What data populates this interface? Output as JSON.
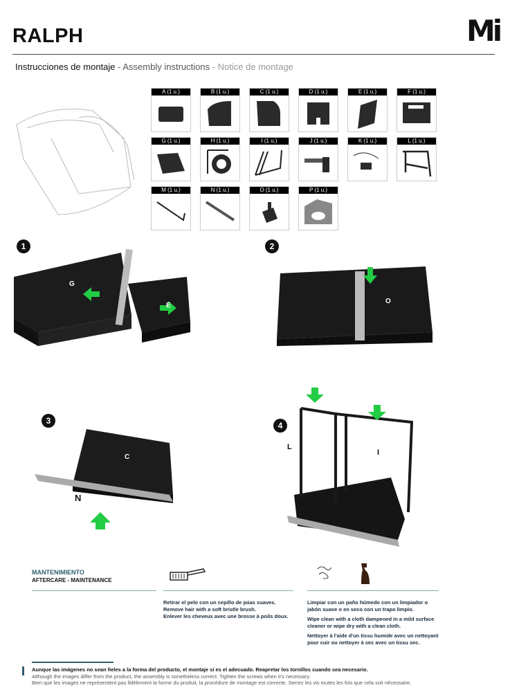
{
  "header": {
    "title": "RALPH",
    "logo": "Mi"
  },
  "subtitle": {
    "es": "Instrucciones de montaje",
    "sep1": " - ",
    "en": "Assembly instructions",
    "sep2": "  - ",
    "fr": "Notice de montage"
  },
  "parts": [
    {
      "label": "A (1 u.)"
    },
    {
      "label": "B (1 u.)"
    },
    {
      "label": "C (1 u.)"
    },
    {
      "label": "D (1 u.)"
    },
    {
      "label": "E (1 u.)"
    },
    {
      "label": "F (1 u.)"
    },
    {
      "label": "G (1 u.)"
    },
    {
      "label": "H (1 u.)"
    },
    {
      "label": "I (1 u.)"
    },
    {
      "label": "J (1 u.)"
    },
    {
      "label": "K (1 u.)"
    },
    {
      "label": "L (1 u.)"
    },
    {
      "label": "M (1 u.)"
    },
    {
      "label": "N (1 u.)"
    },
    {
      "label": "O (1 u.)"
    },
    {
      "label": "P (1 u.)"
    }
  ],
  "steps": [
    {
      "number": "1",
      "labels": [
        "G",
        "E"
      ]
    },
    {
      "number": "2",
      "labels": [
        "O"
      ]
    },
    {
      "number": "3",
      "labels": [
        "C",
        "N"
      ]
    },
    {
      "number": "4",
      "labels": [
        "L",
        "I"
      ]
    }
  ],
  "maintenance": {
    "title": "MANTENIMIENTO",
    "subtitle": "AFTERCARE - MAINTENANCE",
    "brush_text": [
      "Retirar el pelo con un cepillo de púas suaves.",
      "Remove hair with a soft bristle brush.",
      "Enlever les cheveux avec une brosse à poils doux."
    ],
    "clean_text": [
      "Limpiar con un paño húmedo con un limpiador o jabón suave o en seco con un trapo limpio.",
      "Wipe clean with a cloth dampened in a mild surface cleaner or wipe dry with a clean cloth.",
      "Nettoyer à l'aide d'un tissu humide avec un nettoyant pour cuir ou nettoyer à sec avec un tissu sec."
    ]
  },
  "footer": {
    "es": "Aunque las imágenes no sean fieles a la forma del producto, el montaje sí es el adecuado. Reapretar los tornillos cuando sea necesario.",
    "en": "Although the images differ from the product, the assembly is nonetheless correct. Tighten the screws when it's necessary.",
    "fr": "Bien que les images ne représentent pas fidèlement la forme du produit, la procédure de montage est correcte. Serrez les vis toutes les fois que cela soit nécessaire."
  },
  "colors": {
    "accent": "#2f5e6e",
    "arrow": "#22cc44"
  }
}
